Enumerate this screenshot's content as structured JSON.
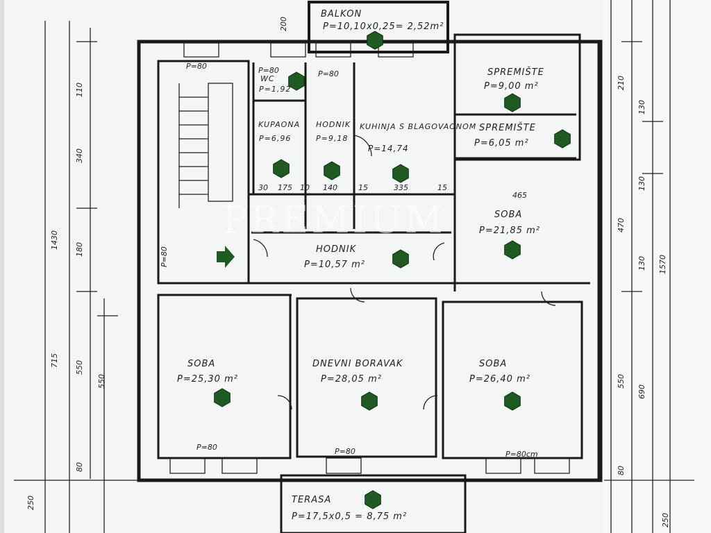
{
  "watermark": "PREMIUM",
  "rooms": [
    {
      "name": "BALKON",
      "area": "P=10,10x0,25= 2,52m²"
    },
    {
      "name": "WC",
      "area": "P=1,92"
    },
    {
      "name": "KUPAONA",
      "area": "P=6,96"
    },
    {
      "name": "HODNIK",
      "area": "P=9,18"
    },
    {
      "name": "KUHINJA S BLAGOVAONOM",
      "area": "P=14,74"
    },
    {
      "name": "SPREMIŠTE",
      "area": "P=9,00 m²"
    },
    {
      "name": "SPREMIŠTE",
      "area": "P=6,05 m²"
    },
    {
      "name": "SOBA",
      "area": "P=21,85 m²"
    },
    {
      "name": "HODNIK",
      "area": "P=10,57 m²"
    },
    {
      "name": "SOBA",
      "area": "P=25,30 m²"
    },
    {
      "name": "DNEVNI BORAVAK",
      "area": "P=28,05 m²"
    },
    {
      "name": "SOBA",
      "area": "P=26,40 m²"
    },
    {
      "name": "TERASA",
      "area": "P=17,5x0,5 = 8,75 m²"
    }
  ],
  "dimensions": {
    "left": [
      "1430",
      "715",
      "550",
      "550",
      "340",
      "180",
      "110",
      "80",
      "250",
      "200"
    ],
    "right": [
      "1570",
      "690",
      "550",
      "470",
      "130",
      "130",
      "130",
      "210",
      "80",
      "250"
    ],
    "inner": [
      "30",
      "175",
      "10",
      "140",
      "15",
      "335",
      "15",
      "465",
      "P=80",
      "P=80",
      "P=80",
      "P=80",
      "P=80cm",
      "P=80",
      "P=80"
    ]
  },
  "colors": {
    "marker": "#1e5a22",
    "wall": "#1a1a1a",
    "paper": "#f4f5f5"
  }
}
